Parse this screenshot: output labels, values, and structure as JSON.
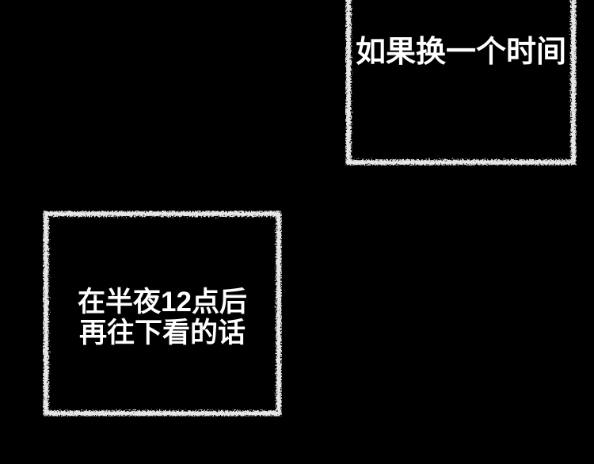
{
  "page": {
    "background_color": "#000000",
    "text_color": "#ffffff",
    "border_color": "#e6e6e6"
  },
  "panels": [
    {
      "id": "top-right-caption-box",
      "text": "如果换一个时间",
      "position": "top-right, top edge cut off by viewport"
    },
    {
      "id": "bottom-left-caption-box",
      "lines": [
        "在半夜12点后",
        "再往下看的话"
      ],
      "position": "bottom-left"
    }
  ]
}
